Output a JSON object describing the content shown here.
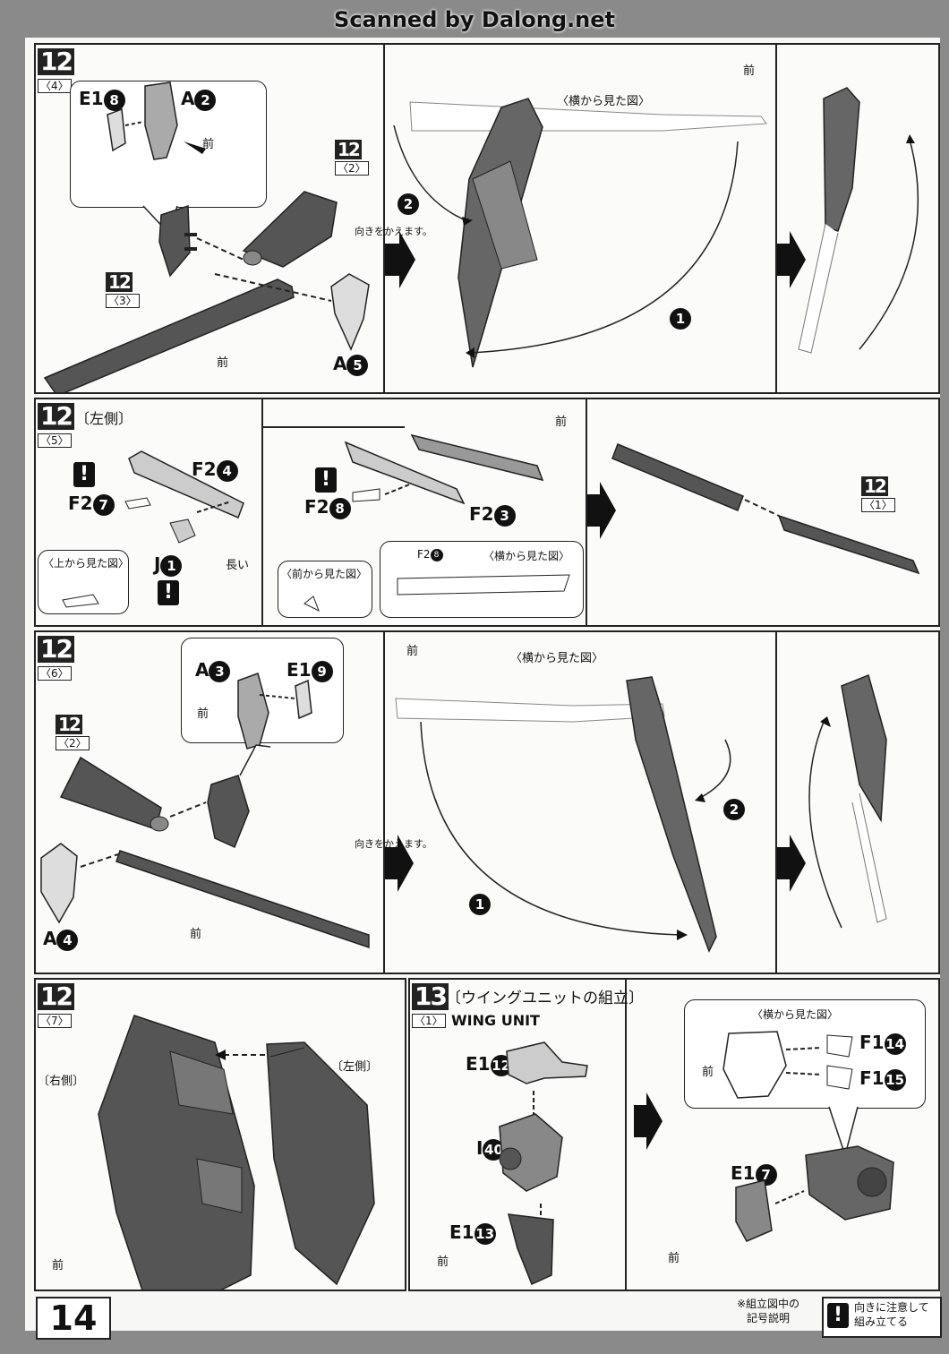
{
  "watermark": "Scanned by Dalong.net",
  "page_number": "14",
  "common": {
    "front": "前",
    "side_view": "〈横から見た図〉",
    "turn_around": "向きをかえます。"
  },
  "step12_4": {
    "step": "12",
    "sub": "〈4〉",
    "ref_a": {
      "step": "12",
      "sub": "〈2〉"
    },
    "ref_b": {
      "step": "12",
      "sub": "〈3〉"
    },
    "part_e": "E1",
    "part_e_num": "8",
    "part_a": "A",
    "part_a_num": "2",
    "part_a5": "A",
    "part_a5_num": "5",
    "num1": "1",
    "num2": "2"
  },
  "step12_5": {
    "step": "12",
    "sub": "〈5〉",
    "side": "〔左側〕",
    "f2_4": "F2",
    "f2_4_num": "4",
    "f2_7": "F2",
    "f2_7_num": "7",
    "j1": "J",
    "j1_num": "1",
    "long": "長い",
    "top_view": "〈上から見た図〉",
    "f2_8": "F2",
    "f2_8_num": "8",
    "f2_3": "F2",
    "f2_3_num": "3",
    "front_view": "〈前から見た図〉",
    "side_view_f": "F2",
    "side_view_f_num": "8",
    "ref": {
      "step": "12",
      "sub": "〈1〉"
    }
  },
  "step12_6": {
    "step": "12",
    "sub": "〈6〉",
    "ref": {
      "step": "12",
      "sub": "〈2〉"
    },
    "part_a3": "A",
    "part_a3_num": "3",
    "part_e9": "E1",
    "part_e9_num": "9",
    "part_a4": "A",
    "part_a4_num": "4",
    "num1": "1",
    "num2": "2"
  },
  "step12_7": {
    "step": "12",
    "sub": "〈7〉",
    "right_side": "〔右側〕",
    "left_side": "〔左側〕"
  },
  "step13_1": {
    "step": "13",
    "sub": "〈1〉",
    "title": "〔ウイングユニットの組立〕",
    "subtitle": "WING UNIT",
    "e1_12": "E1",
    "e1_12_num": "12",
    "i40": "I",
    "i40_num": "40",
    "e1_13": "E1",
    "e1_13_num": "13",
    "f1_14": "F1",
    "f1_14_num": "14",
    "f1_15": "F1",
    "f1_15_num": "15",
    "e1_7": "E1",
    "e1_7_num": "7"
  },
  "legend": {
    "note": "※組立図中の\n記号説明",
    "warn_text": "向きに注意して\n組み立てる",
    "warn_mark": "!"
  }
}
